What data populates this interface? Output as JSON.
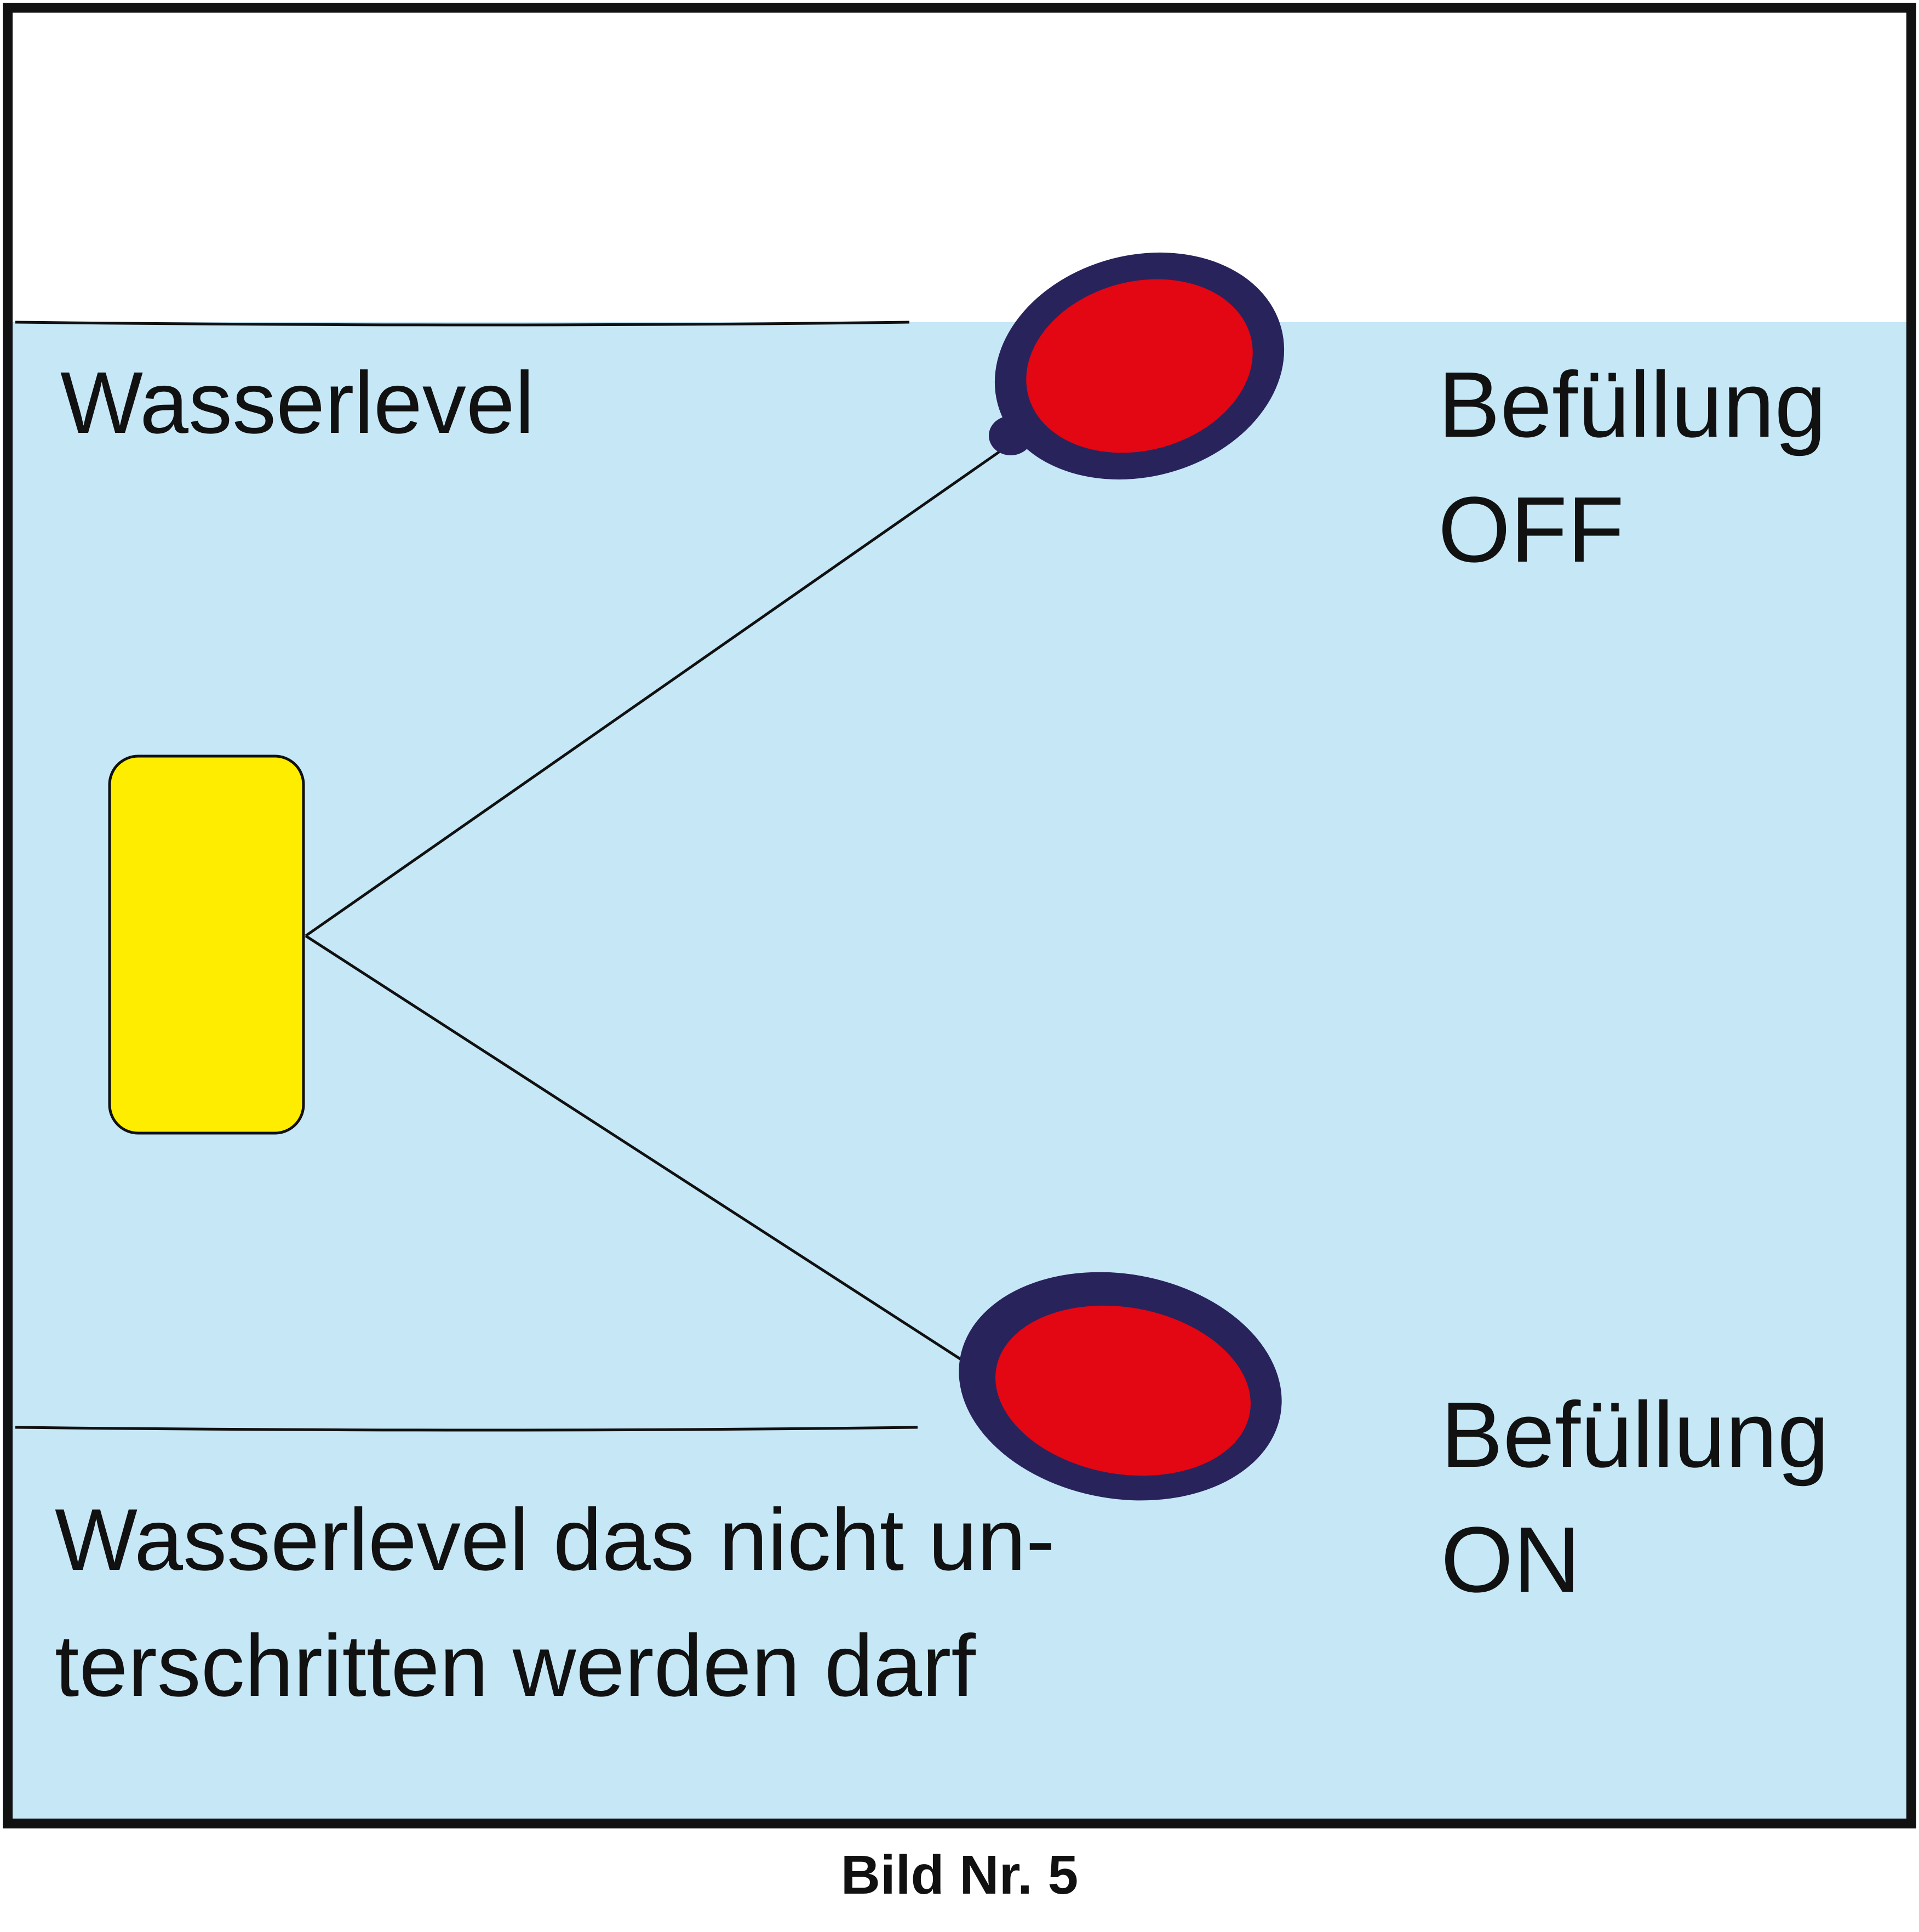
{
  "labels": {
    "upper_water_level": "Wasserlevel",
    "lower_water_level_line1": "Wasserlevel das nicht un-",
    "lower_water_level_line2": "terschritten werden darf",
    "filling_off_line1": "Befüllung",
    "filling_off_line2": "OFF",
    "filling_on_line1": "Befüllung",
    "filling_on_line2": "ON",
    "caption": "Bild Nr. 5"
  },
  "colors": {
    "frame": "#111111",
    "water": "#c5e7f6",
    "tank_empty": "#ffffff",
    "switch_box": "#ffed00",
    "float_ring": "#29235c",
    "float_fill": "#e30613",
    "line": "#111111"
  },
  "icons": {
    "float_upper": "float-switch-icon",
    "float_lower": "float-switch-icon",
    "switch_box": "switch-box-icon"
  }
}
